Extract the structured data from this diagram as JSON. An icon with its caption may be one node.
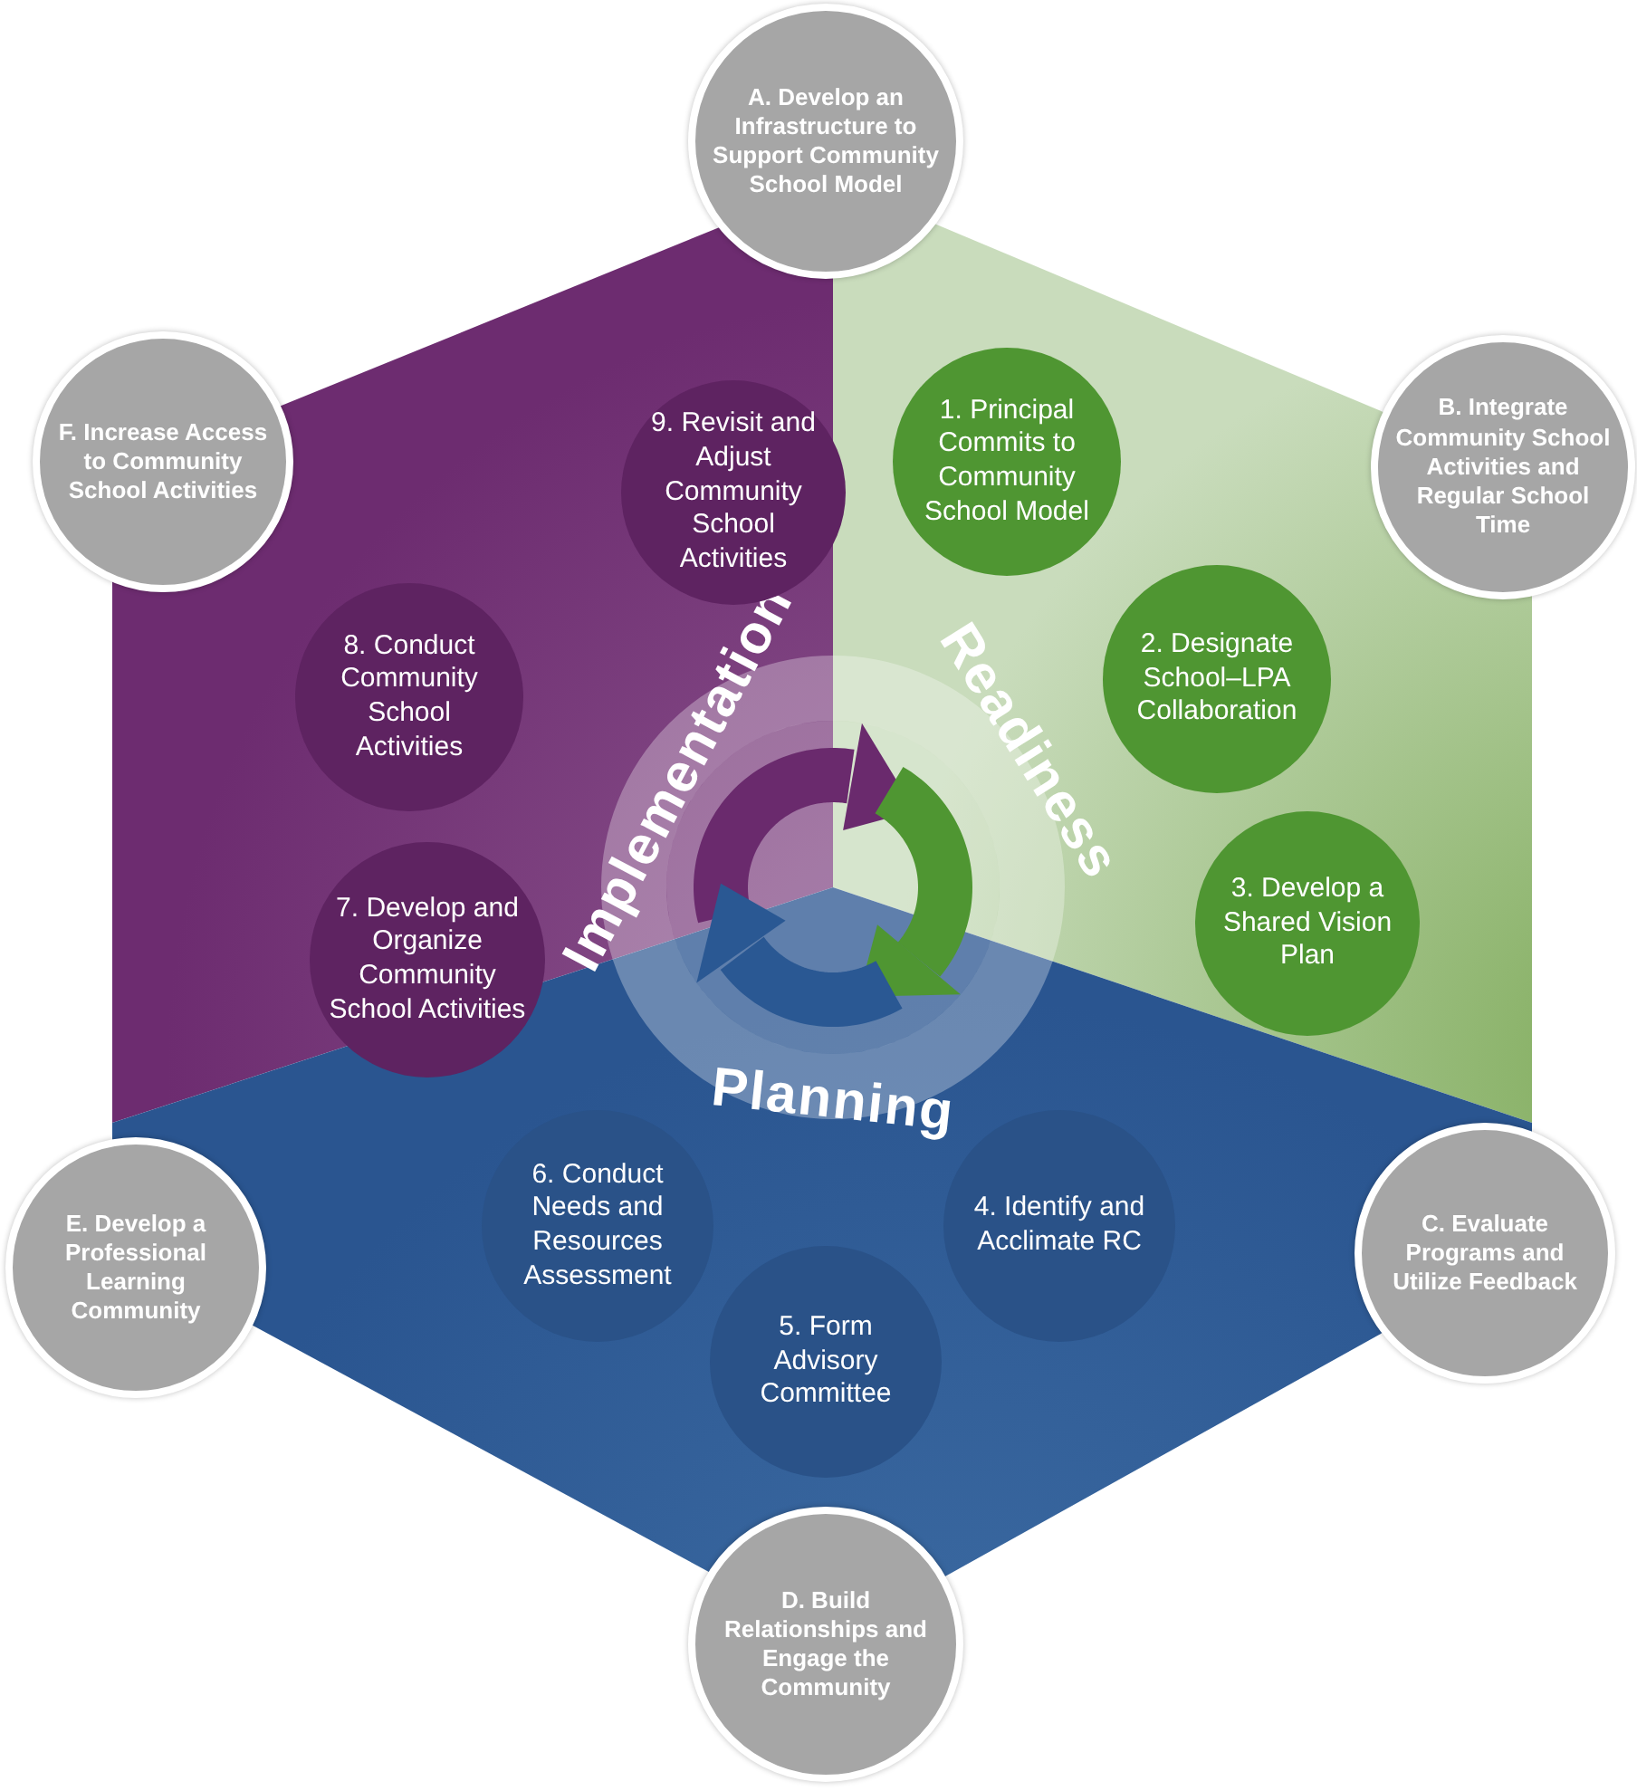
{
  "diagram": {
    "nodes": [
      {
        "text": [
          "A. Develop an Infrastructure to Support Community School Model"
        ]
      },
      {
        "text": [
          "F. Increase Access to Community School Activities"
        ]
      },
      {
        "text": [
          "B. Integrate Community School Activities and Regular School Time"
        ]
      },
      {
        "text": [
          "Implementation"
        ]
      },
      {
        "text": [
          "9. Revisit and Adjust Community School Activities"
        ],
        "in": 3
      },
      {
        "text": [
          "8. Conduct Community School Activities"
        ],
        "in": 3
      },
      {
        "text": [
          "7. Develop and Organize Community School Activities"
        ],
        "in": 3
      },
      {
        "text": [
          "Readiness"
        ]
      },
      {
        "text": [
          "1. Principal Commits to Community School Model"
        ],
        "in": 7
      },
      {
        "text": [
          "2. Designate School–LPA Collaboration"
        ],
        "in": 7
      },
      {
        "text": [
          "3. Develop a Shared Vision Plan"
        ],
        "in": 7
      },
      {
        "text": [
          "Planning"
        ]
      },
      {
        "text": [
          "6. Conduct Needs and Resources Assessment"
        ],
        "in": 11
      },
      {
        "text": [
          "4. Identify and Acclimate RC"
        ],
        "in": 11
      },
      {
        "text": [
          "5. Form Advisory Committee"
        ],
        "in": 11
      },
      {
        "text": [
          "E. Develop a Professional Learning Community"
        ]
      },
      {
        "text": [
          "C. Evaluate Programs and Utilize Feedback"
        ]
      },
      {
        "text": [
          "D. Build Relationships and Engage the Community"
        ]
      }
    ]
  }
}
